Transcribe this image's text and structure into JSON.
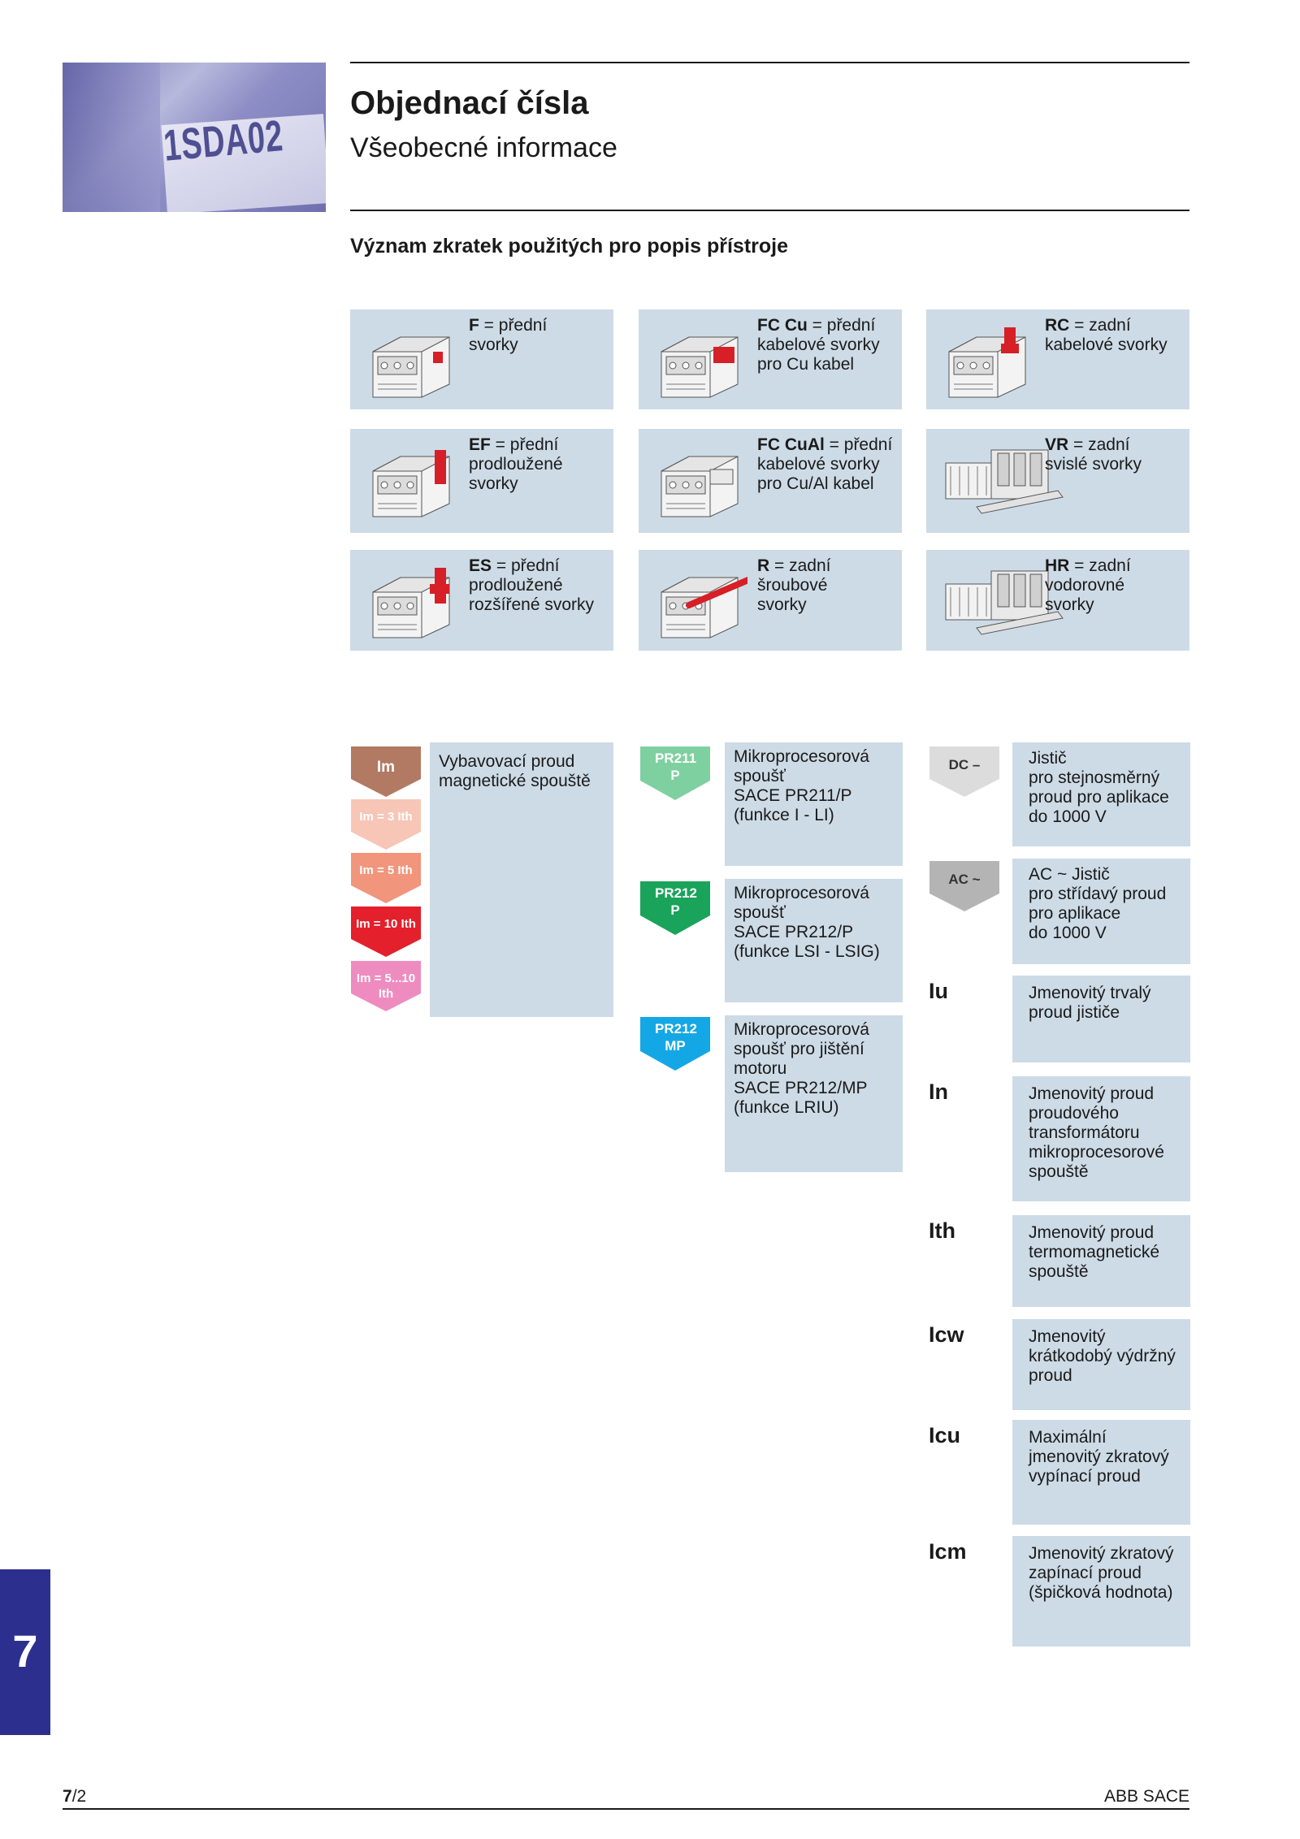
{
  "header": {
    "photo_text": "1SDA02",
    "title": "Objednací čísla",
    "subtitle": "Všeobecné informace",
    "section": "Význam zkratek použitých pro popis přístroje"
  },
  "terminals": [
    {
      "code": "F",
      "rest": " = přední",
      "lines": [
        "svorky"
      ]
    },
    {
      "code": "FC Cu",
      "rest": " = přední",
      "lines": [
        "kabelové svorky",
        "pro Cu kabel"
      ]
    },
    {
      "code": "RC",
      "rest": " =  zadní",
      "lines": [
        "kabelové svorky"
      ]
    },
    {
      "code": "EF",
      "rest": " = přední",
      "lines": [
        "prodloužené",
        "svorky"
      ]
    },
    {
      "code": "FC CuAl",
      "rest": " = přední",
      "lines": [
        "kabelové svorky",
        "pro Cu/Al kabel"
      ]
    },
    {
      "code": "VR",
      "rest": " = zadní",
      "lines": [
        "svislé svorky"
      ]
    },
    {
      "code": "ES",
      "rest": " = přední",
      "lines": [
        "prodloužené",
        "rozšířené svorky"
      ]
    },
    {
      "code": "R",
      "rest": " = zadní",
      "lines": [
        "šroubové",
        "svorky"
      ]
    },
    {
      "code": "HR",
      "rest": " = zadní",
      "lines": [
        "vodorovné",
        "svorky"
      ]
    }
  ],
  "im_markers": [
    {
      "label": "Im",
      "color": "#b27a62"
    },
    {
      "label": "Im = 3 Ith",
      "color": "#f7c6b6"
    },
    {
      "label": "Im = 5 Ith",
      "color": "#f1957c"
    },
    {
      "label": "Im = 10 Ith",
      "color": "#e3202b"
    },
    {
      "label": "Im = 5...10 Ith",
      "color": "#ee8cc0"
    }
  ],
  "im_description": "Vybavovací proud magnetické spouště",
  "pr_markers": [
    {
      "label": "PR211 P",
      "color": "#7fd0a1",
      "desc": [
        "Mikroprocesorová",
        "spoušť",
        "SACE PR211/P",
        "(funkce I - LI)"
      ]
    },
    {
      "label": "PR212 P",
      "color": "#1aa35a",
      "desc": [
        "Mikroprocesorová",
        "spoušť",
        "SACE PR212/P",
        "(funkce LSI - LSIG)"
      ]
    },
    {
      "label": "PR212 MP",
      "color": "#14a7e5",
      "desc": [
        "Mikroprocesorová",
        "spoušť pro jištění",
        "motoru",
        "SACE PR212/MP",
        "(funkce LRIU)"
      ]
    }
  ],
  "current_markers": [
    {
      "label": "DC –",
      "color": "#dcdcdc",
      "desc": [
        "Jistič",
        "pro stejnosměrný",
        "proud pro aplikace",
        "do 1000 V"
      ]
    },
    {
      "label": "AC ~",
      "color": "#b4b4b4",
      "desc": [
        "AC ~  Jistič",
        "pro střídavý proud",
        "pro aplikace",
        "do 1000 V"
      ]
    }
  ],
  "ratings": [
    {
      "code": "Iu",
      "desc": [
        "Jmenovitý trvalý",
        "proud jističe"
      ]
    },
    {
      "code": "In",
      "desc": [
        "Jmenovitý proud",
        "proudového",
        "transformátoru",
        "mikroprocesorové",
        "spouště"
      ]
    },
    {
      "code": "Ith",
      "desc": [
        "Jmenovitý proud",
        "termomagnetické",
        "spouště"
      ]
    },
    {
      "code": "Icw",
      "desc": [
        "Jmenovitý",
        "krátkodobý výdržný",
        "proud"
      ]
    },
    {
      "code": "Icu",
      "desc": [
        "Maximální",
        "jmenovitý zkratový",
        "vypínací proud"
      ]
    },
    {
      "code": "Icm",
      "desc": [
        "Jmenovitý zkratový",
        "zapínací proud",
        "(špičková hodnota)"
      ]
    }
  ],
  "side_tab": "7",
  "footer": {
    "page_bold": "7",
    "page_rest": "/2",
    "brand": "ABB SACE"
  }
}
